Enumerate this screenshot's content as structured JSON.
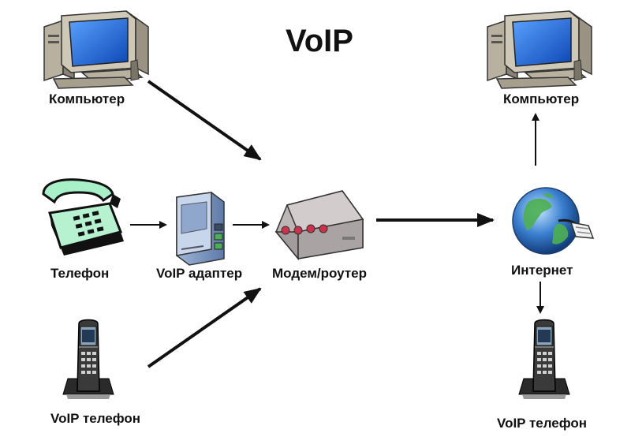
{
  "title": "VoIP",
  "nodes": {
    "computer_left": {
      "label": "Компьютер",
      "icon": "desktop-computer-icon"
    },
    "computer_right": {
      "label": "Компьютер",
      "icon": "desktop-computer-icon"
    },
    "phone": {
      "label": "Телефон",
      "icon": "rotary-phone-icon"
    },
    "adapter": {
      "label": "VoIP адаптер",
      "icon": "voip-adapter-icon"
    },
    "modem": {
      "label": "Модем/роутер",
      "icon": "modem-router-icon"
    },
    "internet": {
      "label": "Интернет",
      "icon": "globe-network-icon"
    },
    "voip_left": {
      "label": "VoIP телефон",
      "icon": "cordless-phone-icon"
    },
    "voip_right": {
      "label": "VoIP телефон",
      "icon": "cordless-phone-icon"
    }
  },
  "colors": {
    "monitor_screen": "#1f6fe0",
    "monitor_body": "#c9c2b0",
    "phone_green": "#a8f0c8",
    "globe_blue": "#3a7fd0",
    "globe_green": "#4caf50",
    "modem_led": "#d0304a",
    "arrow": "#111111"
  }
}
